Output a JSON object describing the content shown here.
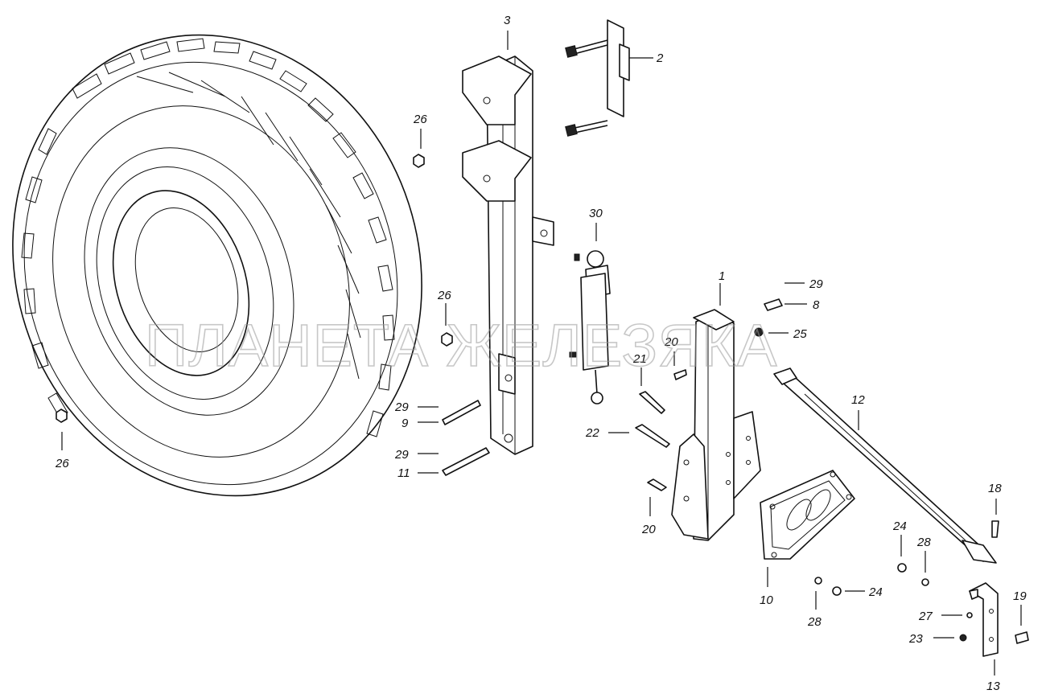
{
  "watermark": "ПЛАНЕТА ЖЕЛЕЗЯКА",
  "callouts": {
    "c1": "1",
    "c2": "2",
    "c3": "3",
    "c8": "8",
    "c9": "9",
    "c10": "10",
    "c11": "11",
    "c12": "12",
    "c13": "13",
    "c18": "18",
    "c19": "19",
    "c20a": "20",
    "c20b": "20",
    "c21": "21",
    "c22": "22",
    "c23": "23",
    "c24a": "24",
    "c24b": "24",
    "c25": "25",
    "c26a": "26",
    "c26b": "26",
    "c26c": "26",
    "c27": "27",
    "c28a": "28",
    "c28b": "28",
    "c29a": "29",
    "c29b": "29",
    "c29c": "29",
    "c30": "30"
  }
}
